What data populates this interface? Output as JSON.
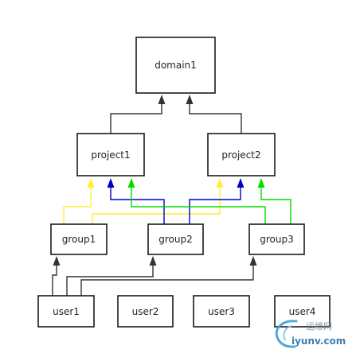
{
  "nodes": {
    "domain": "domain1",
    "project1": "project1",
    "project2": "project2",
    "group1": "group1",
    "group2": "group2",
    "group3": "group3",
    "user1": "user1",
    "user2": "user2",
    "user3": "user3",
    "user4": "user4"
  },
  "colors": {
    "black": "#333333",
    "yellow": "#ffee33",
    "blue": "#0000cc",
    "green": "#00dd00"
  },
  "watermark": {
    "site_cn": "运维网",
    "site": "iyunv.com"
  }
}
